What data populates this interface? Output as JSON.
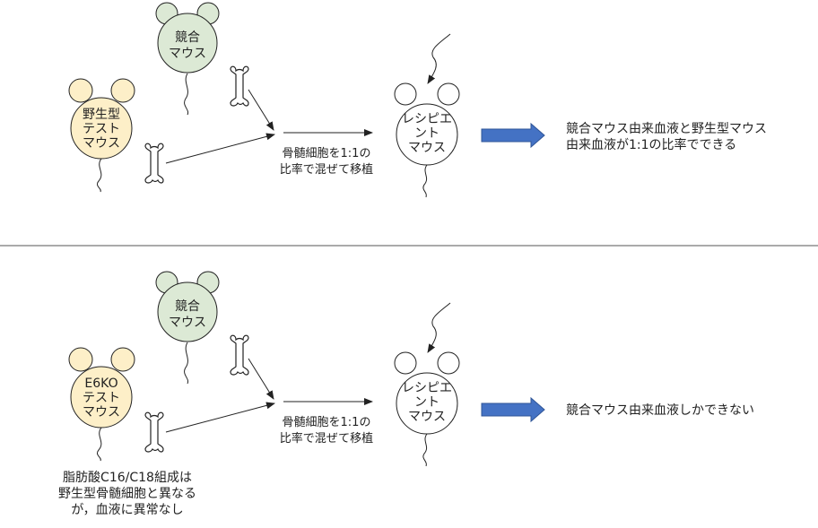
{
  "colors": {
    "competitor_fill": "#dce9d5",
    "test_fill": "#fdefc8",
    "arrow_blue": "#4472c4",
    "divider": "#555555"
  },
  "panels": [
    {
      "competitor_label": [
        "競合",
        "マウス"
      ],
      "test_label": [
        "野生型",
        "テスト",
        "マウス"
      ],
      "transplant_label": [
        "骨髄細胞を1:1の",
        "比率で混ぜて移植"
      ],
      "recipient_label": [
        "レシピエ",
        "ント",
        "マウス"
      ],
      "result": [
        "競合マウス由来血液と野生型マウス",
        "由来血液が1:1の比率でできる"
      ]
    },
    {
      "competitor_label": [
        "競合",
        "マウス"
      ],
      "test_label": [
        "E6KO",
        "テスト",
        "マウス"
      ],
      "transplant_label": [
        "骨髄細胞を1:1の",
        "比率で混ぜて移植"
      ],
      "recipient_label": [
        "レシピエ",
        "ント",
        "マウス"
      ],
      "result": [
        "競合マウス由来血液しかできない"
      ],
      "note": [
        "脂肪酸C16/C18組成は",
        "野生型骨髄細胞と異なる",
        "が，血液に異常なし"
      ]
    }
  ]
}
